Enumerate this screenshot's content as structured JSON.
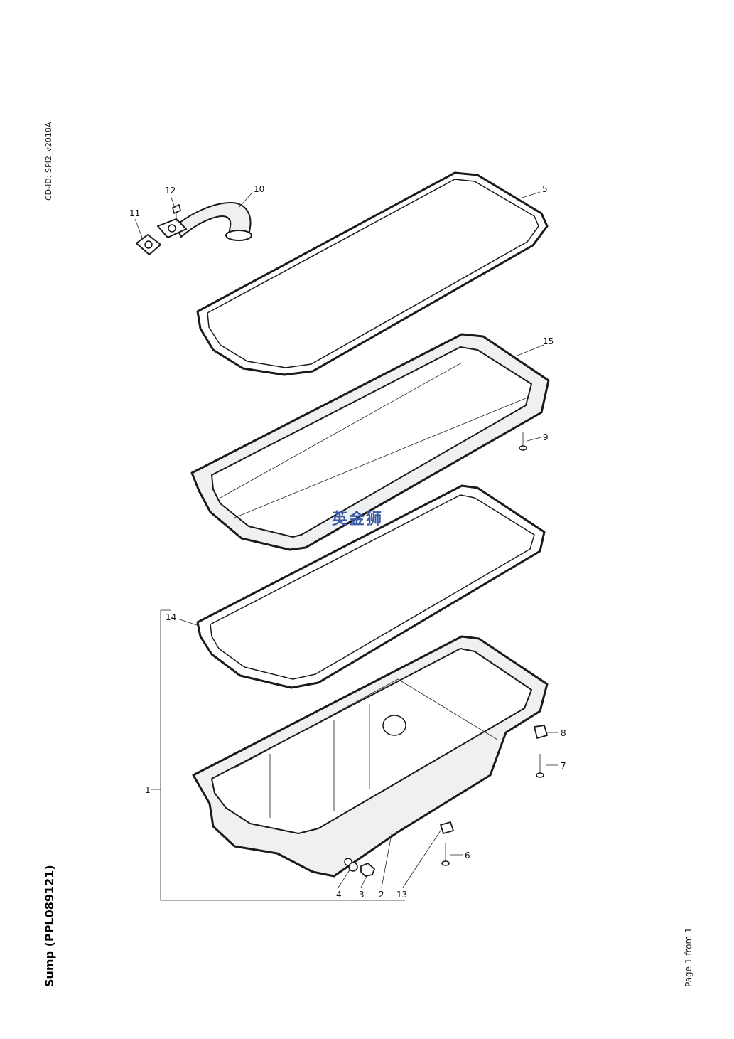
{
  "document": {
    "cd_id": "CD-ID: SPI2_v2018A",
    "title": "Sump (PPL089121)",
    "page": "Page 1 from 1",
    "watermark": "英金狮"
  },
  "callouts": [
    "1",
    "2",
    "3",
    "4",
    "5",
    "6",
    "7",
    "8",
    "9",
    "10",
    "11",
    "12",
    "13",
    "14",
    "15"
  ],
  "colors": {
    "line": "#1a1a1a",
    "watermark": "#3a5aa8",
    "background": "#ffffff"
  }
}
